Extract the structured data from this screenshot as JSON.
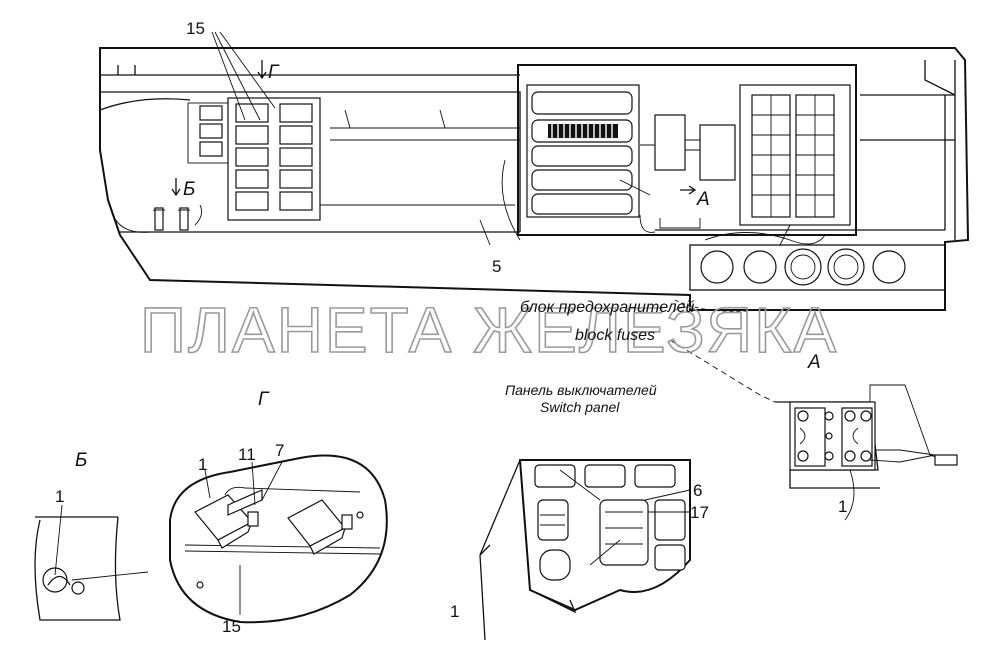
{
  "labels": {
    "callout_15_top": "15",
    "arrow_g": "Г",
    "arrow_b": "Б",
    "callout_5": "5",
    "arrow_a": "А",
    "fuse_caption_ru": "блок предохранителей",
    "fuse_caption_en": "block fuses",
    "view_a": "А",
    "panel_caption_ru": "Панель выключателей",
    "panel_caption_en": "Switch panel",
    "view_g": "Г",
    "view_b": "Б",
    "callout_1_b": "1",
    "callout_1_g": "1",
    "callout_11": "11",
    "callout_7": "7",
    "callout_15_g": "15",
    "callout_6": "6",
    "callout_17": "17",
    "callout_1_panel": "1",
    "callout_1_a": "1"
  },
  "watermark": "ПЛАНЕТА ЖЕЛЕЗЯКА",
  "colors": {
    "ink": "#111111",
    "watermark": "#9a9a9a",
    "background": "#ffffff"
  }
}
